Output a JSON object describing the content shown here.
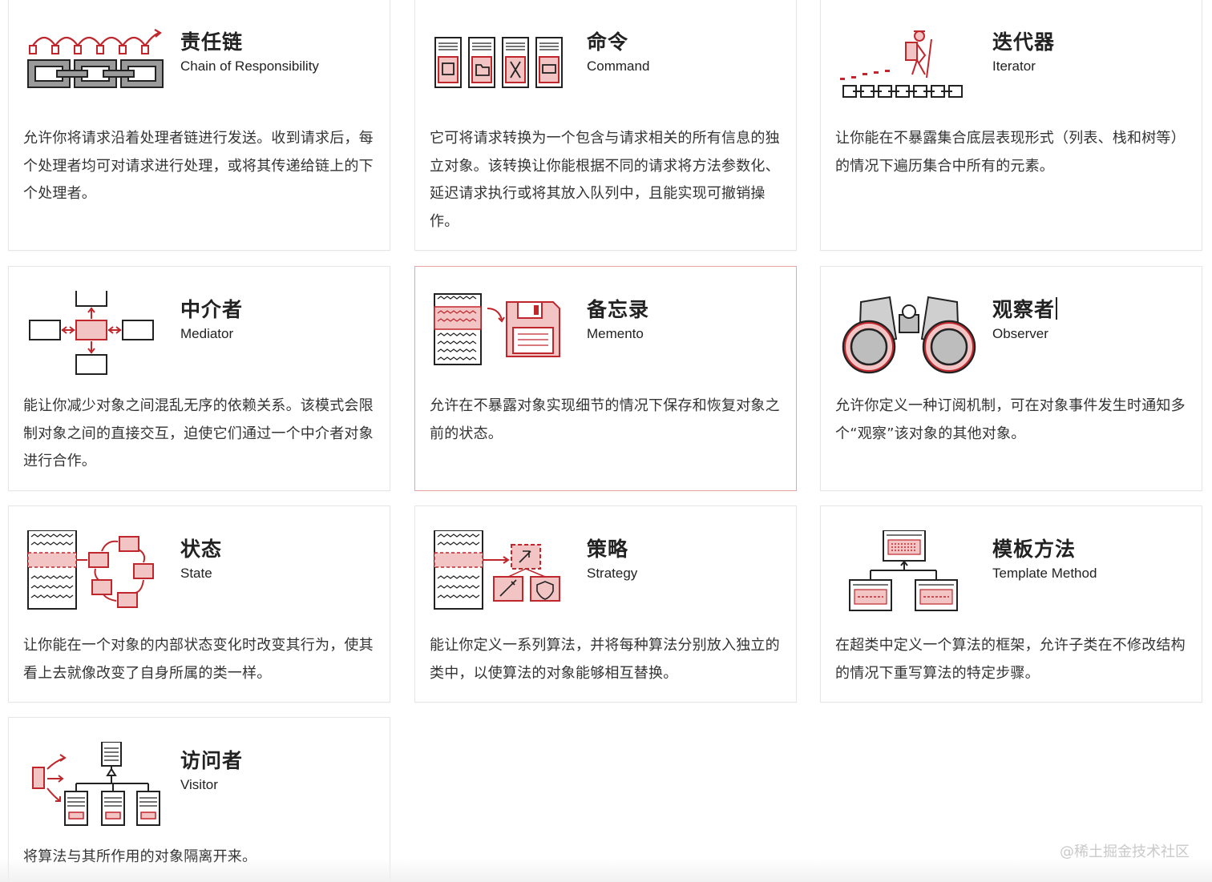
{
  "patterns": [
    {
      "title": "责任链",
      "subtitle": "Chain of Responsibility",
      "description": "允许你将请求沿着处理者链进行发送。收到请求后，每个处理者均可对请求进行处理，或将其传递给链上的下个处理者。",
      "icon": "chain-icon"
    },
    {
      "title": "命令",
      "subtitle": "Command",
      "description": "它可将请求转换为一个包含与请求相关的所有信息的独立对象。该转换让你能根据不同的请求将方法参数化、延迟请求执行或将其放入队列中，且能实现可撤销操作。",
      "icon": "command-icon"
    },
    {
      "title": "迭代器",
      "subtitle": "Iterator",
      "description": "让你能在不暴露集合底层表现形式（列表、栈和树等）的情况下遍历集合中所有的元素。",
      "icon": "hiker-icon"
    },
    {
      "title": "中介者",
      "subtitle": "Mediator",
      "description": "能让你减少对象之间混乱无序的依赖关系。该模式会限制对象之间的直接交互，迫使它们通过一个中介者对象进行合作。",
      "icon": "mediator-icon"
    },
    {
      "title": "备忘录",
      "subtitle": "Memento",
      "description": "允许在不暴露对象实现细节的情况下保存和恢复对象之前的状态。",
      "icon": "floppy-icon"
    },
    {
      "title": "观察者",
      "subtitle": "Observer",
      "description": "允许你定义一种订阅机制，可在对象事件发生时通知多个“观察”该对象的其他对象。",
      "icon": "binoculars-icon"
    },
    {
      "title": "状态",
      "subtitle": "State",
      "description": "让你能在一个对象的内部状态变化时改变其行为，使其看上去就像改变了自身所属的类一样。",
      "icon": "state-icon"
    },
    {
      "title": "策略",
      "subtitle": "Strategy",
      "description": "能让你定义一系列算法，并将每种算法分别放入独立的类中，以使算法的对象能够相互替换。",
      "icon": "strategy-icon"
    },
    {
      "title": "模板方法",
      "subtitle": "Template Method",
      "description": "在超类中定义一个算法的框架，允许子类在不修改结构的情况下重写算法的特定步骤。",
      "icon": "template-icon"
    },
    {
      "title": "访问者",
      "subtitle": "Visitor",
      "description": "将算法与其所作用的对象隔离开来。",
      "icon": "visitor-icon"
    }
  ],
  "watermark": "@稀土掘金技术社区",
  "colors": {
    "accent": "#c0272d",
    "accent_light": "#f2c4c4",
    "border": "#e6e6e6",
    "active_border": "#e8a5a0"
  }
}
